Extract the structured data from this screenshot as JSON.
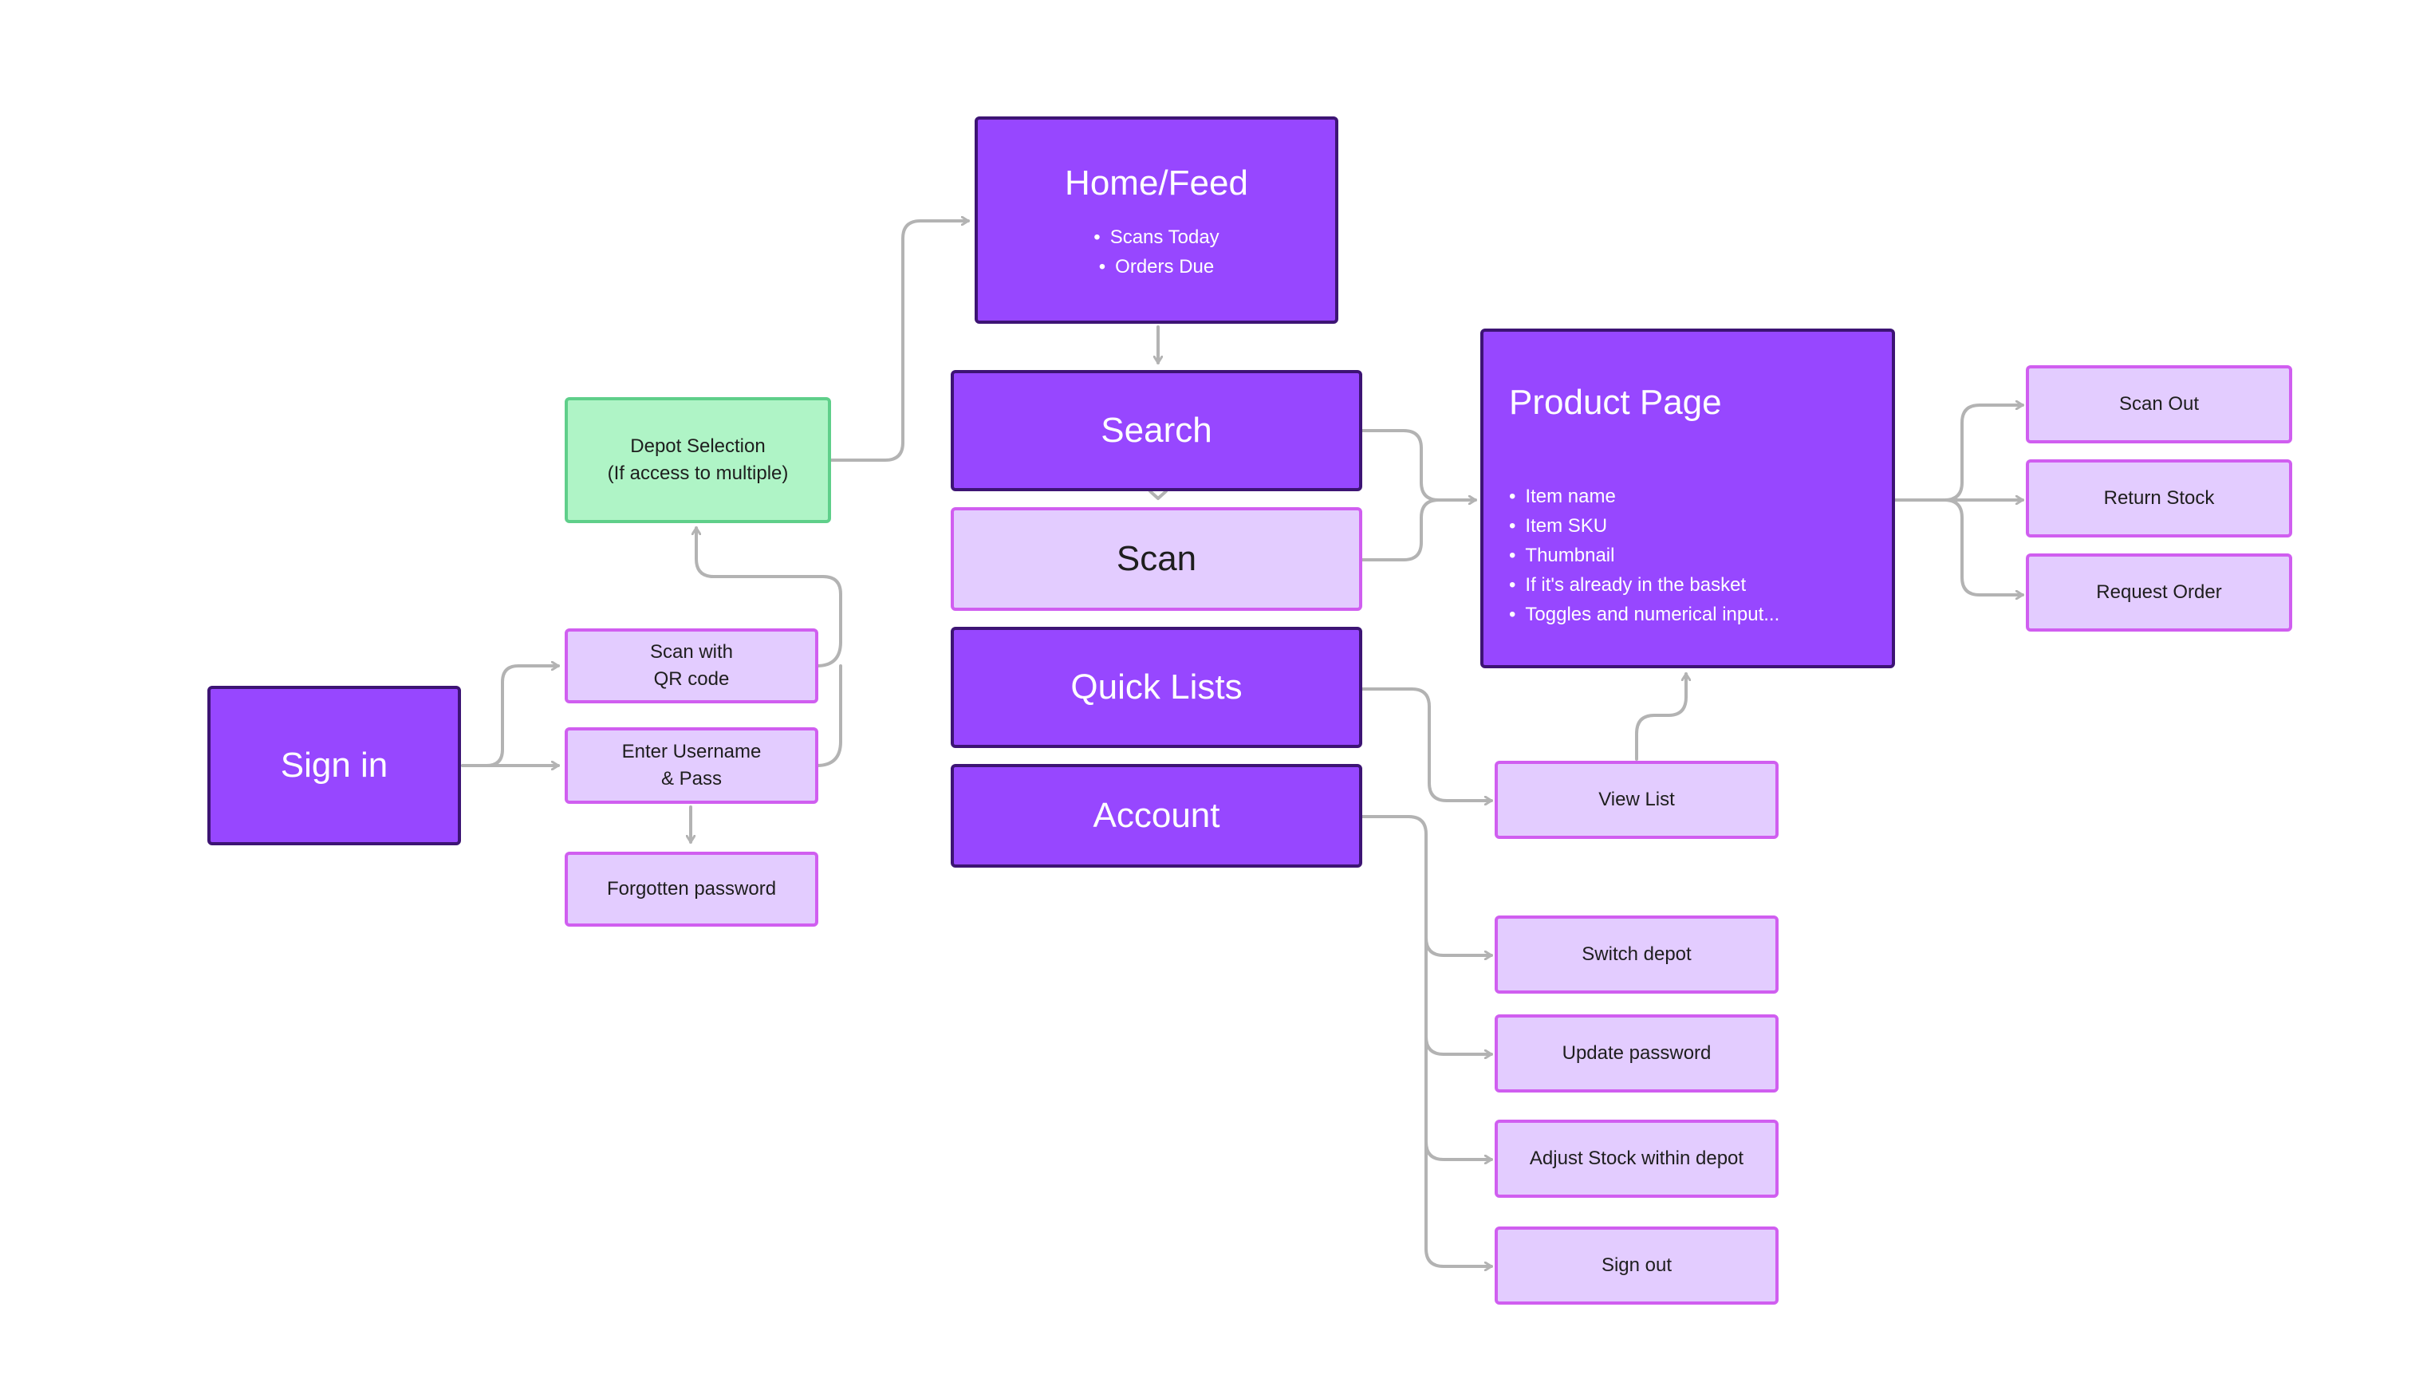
{
  "nodes": {
    "sign_in": "Sign in",
    "scan_qr": [
      "Scan with",
      "QR code"
    ],
    "enter_username": [
      "Enter Username",
      "& Pass"
    ],
    "forgotten_password": "Forgotten password",
    "depot_selection": [
      "Depot Selection",
      "(If access to multiple)"
    ],
    "home_feed": {
      "title": "Home/Feed",
      "items": [
        "Scans Today",
        "Orders Due"
      ]
    },
    "search": "Search",
    "scan": "Scan",
    "quick_lists": "Quick Lists",
    "account": "Account",
    "product_page": {
      "title": "Product Page",
      "items": [
        "Item name",
        "Item SKU",
        "Thumbnail",
        "If it's already in the basket",
        "Toggles and numerical input..."
      ]
    },
    "scan_out": "Scan Out",
    "return_stock": "Return Stock",
    "request_order": "Request Order",
    "view_list": "View List",
    "switch_depot": "Switch depot",
    "update_password": "Update password",
    "adjust_stock": "Adjust Stock within depot",
    "sign_out": "Sign out"
  },
  "colors": {
    "primary_fill": "#9747ff",
    "primary_border": "#3d1474",
    "secondary_fill": "#e3ccff",
    "secondary_border": "#d05ef0",
    "depot_fill": "#aff4c6",
    "depot_border": "#5fcf8a",
    "connector": "#b3b3b3"
  }
}
